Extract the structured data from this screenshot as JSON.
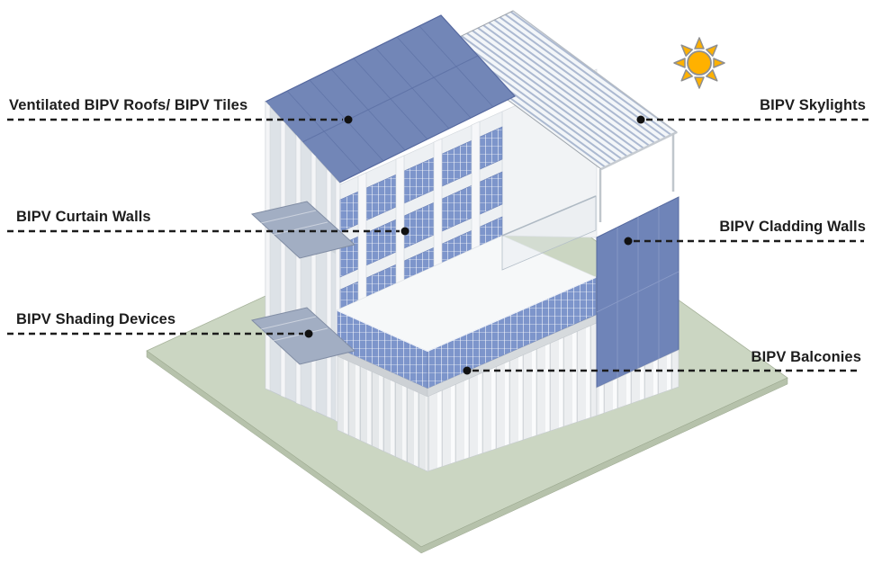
{
  "diagram": {
    "type": "isometric building annotation of BIPV components",
    "background": "#FFFFFF",
    "labels": {
      "roof": "Ventilated BIPV Roofs/ BIPV Tiles",
      "curtain_walls": "BIPV Curtain Walls",
      "shading_devices": "BIPV Shading Devices",
      "skylights": "BIPV Skylights",
      "cladding_walls": "BIPV Cladding Walls",
      "balconies": "BIPV Balconies"
    },
    "building_parts_visible": [
      "gabled roof covered in blue PV tiles",
      "translucent striped PV skylight canopy over roof terrace",
      "curtain wall facade with horizontal blue PV bands",
      "blue PV cladding wall on right corner",
      "blue PV balcony parapet around first-floor terrace",
      "two grey PV shading devices on left facade",
      "white ground-floor colonnade",
      "light green ground plane"
    ],
    "colors": {
      "pv_roof_blue": "#7286B7",
      "pv_band_blue": "#7D95CB",
      "cladding_blue": "#6F84B8",
      "ground_green": "#CBD6C2",
      "shading_grey": "#A2AEC3",
      "sun_orange": "#FFB100",
      "leader_black": "#1C1C1C",
      "wall_white": "#F1F3F5"
    },
    "icons": {
      "sun": "sun-icon"
    }
  }
}
